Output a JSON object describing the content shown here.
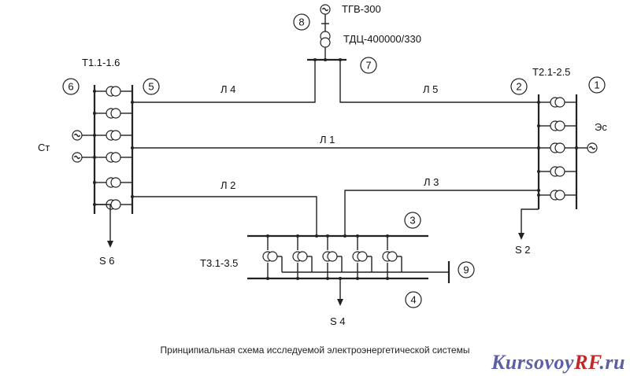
{
  "scheme": {
    "generator_label": "ТГВ-300",
    "transformer_label": "ТДЦ-400000/330",
    "t1_label": "Т1.1-1.6",
    "t2_label": "Т2.1-2.5",
    "t3_label": "Т3.1-3.5",
    "station_label": "Ст",
    "system_label": "Эс",
    "lines": {
      "l1": "Л 1",
      "l2": "Л 2",
      "l3": "Л 3",
      "l4": "Л 4",
      "l5": "Л 5"
    },
    "loads": {
      "s2": "S 2",
      "s4": "S 4",
      "s6": "S 6"
    },
    "node_numbers": {
      "n1": "1",
      "n2": "2",
      "n3": "3",
      "n4": "4",
      "n5": "5",
      "n6": "6",
      "n7": "7",
      "n8": "8",
      "n9": "9"
    }
  },
  "caption": "Принципиальная схема исследуемой электроэнергетической системы",
  "watermark": {
    "main": "Kursovoy",
    "accent": "RF",
    "suffix": ".ru"
  }
}
